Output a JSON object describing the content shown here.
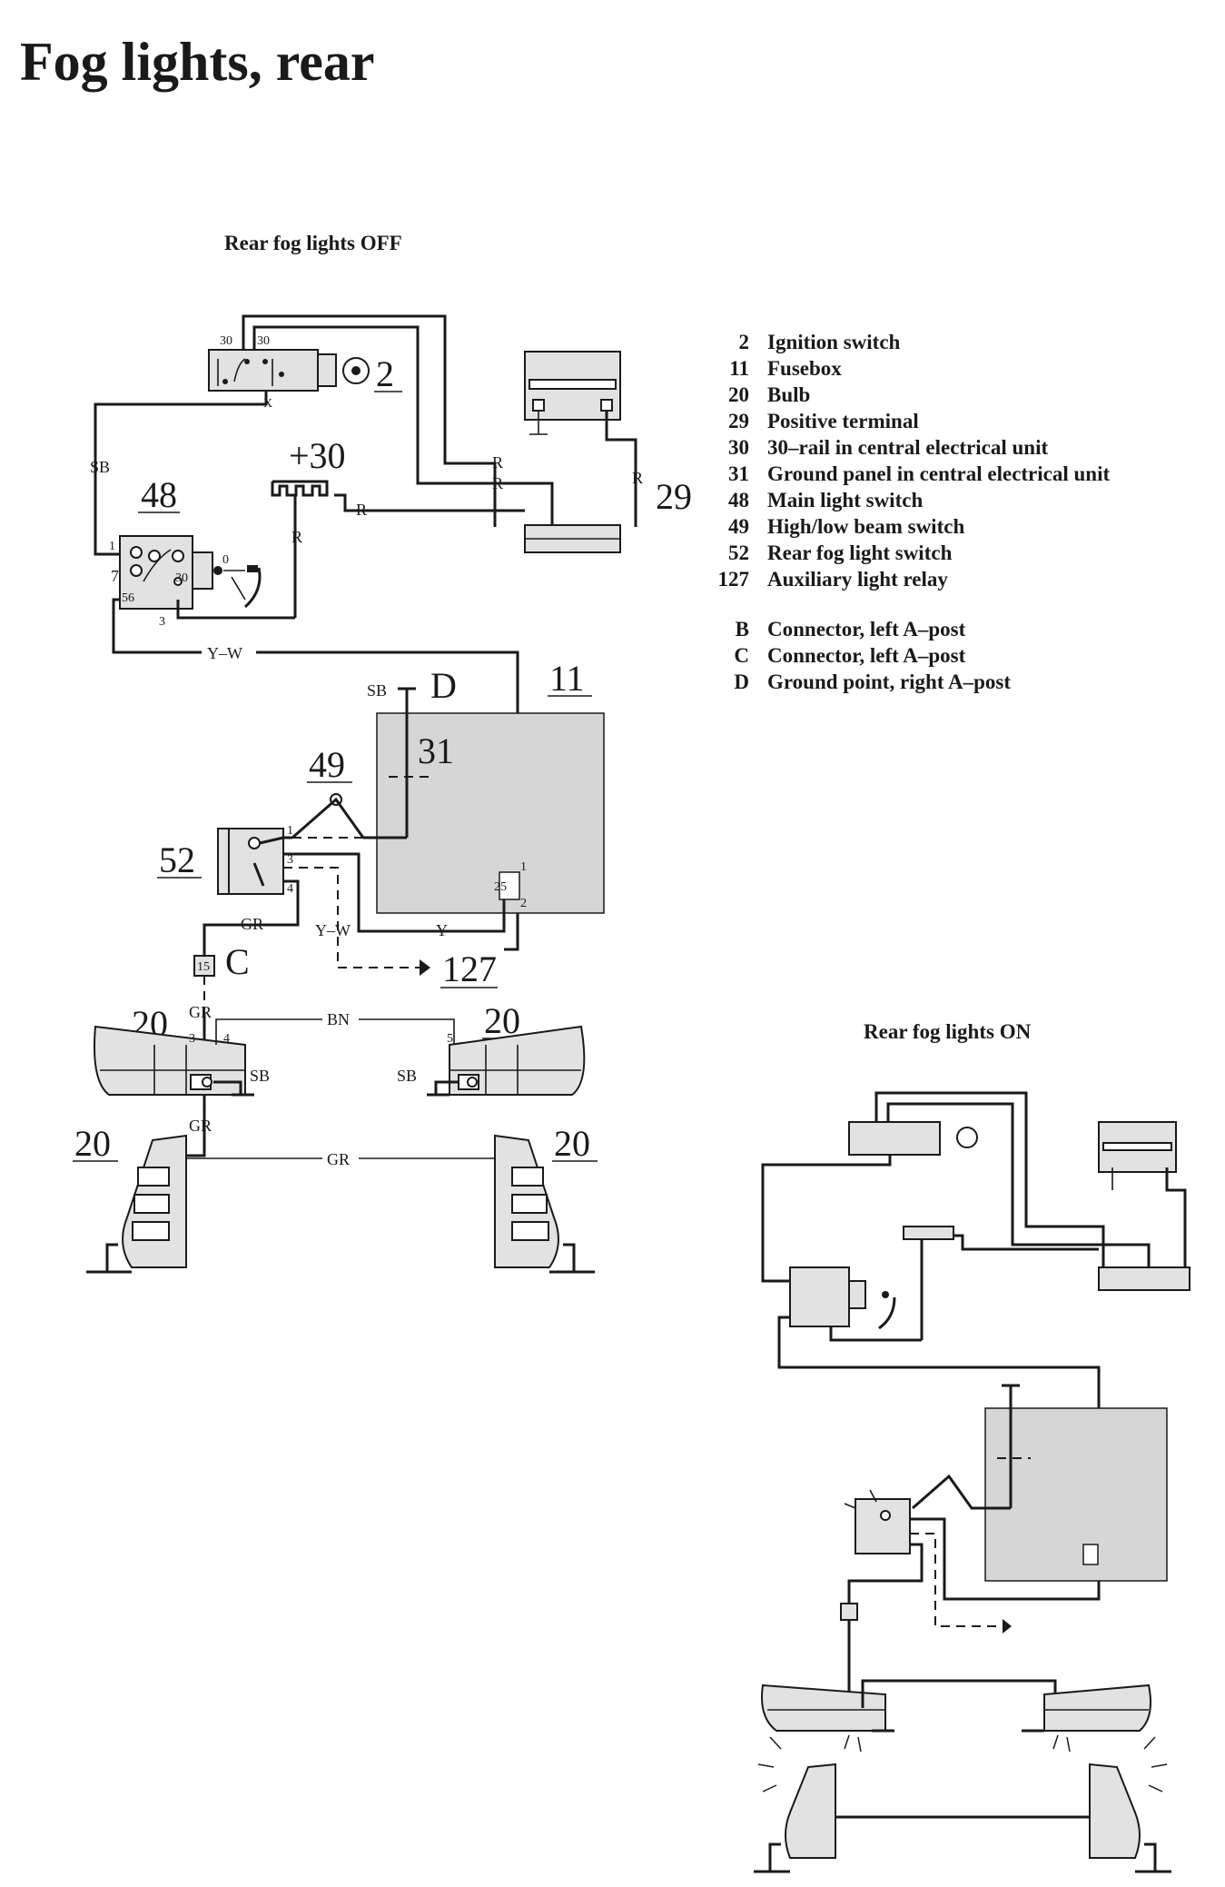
{
  "title": "Fog lights, rear",
  "off_heading": "Rear fog lights OFF",
  "on_heading": "Rear fog lights ON",
  "component_numbers": {
    "ignition": "2",
    "main_switch": "48",
    "plus30": "+30",
    "battery": "29",
    "fusebox": "11",
    "ground_panel": "31",
    "ground_point": "D",
    "beam_switch": "49",
    "fog_switch": "52",
    "relay": "127",
    "connector": "C",
    "bulb_left_top": "20",
    "bulb_right_top": "20",
    "bulb_left_bottom": "20",
    "bulb_right_bottom": "20"
  },
  "wire_labels": {
    "sb_left": "SB",
    "r1": "R",
    "r2": "R",
    "r3": "R",
    "r4": "R",
    "r5": "R",
    "yw_top": "Y–W",
    "sb_d": "SB",
    "gr_52": "GR",
    "yw_52": "Y–W",
    "y_52": "Y",
    "gr_c": "GR",
    "bn": "BN",
    "sb_bulb_left": "SB",
    "sb_bulb_right": "SB",
    "gr_bulb": "GR",
    "gr_bottom": "GR"
  },
  "pin_labels": {
    "ign_30a": "30",
    "ign_30b": "30",
    "ign_x": "X",
    "sw48_1": "1",
    "sw48_7": "7",
    "sw48_56": "56",
    "sw48_30": "30",
    "sw48_3": "3",
    "sw48_0": "0",
    "sw52_1": "1",
    "sw52_3": "3",
    "sw52_4": "4",
    "fuse_25": "25",
    "fuse_1": "1",
    "fuse_2": "2",
    "conn_15": "15",
    "bulb_3": "3",
    "bulb_4": "4",
    "bulb_5": "5"
  },
  "legend": [
    {
      "num": "2",
      "text": "Ignition switch"
    },
    {
      "num": "11",
      "text": "Fusebox"
    },
    {
      "num": "20",
      "text": "Bulb"
    },
    {
      "num": "29",
      "text": "Positive terminal"
    },
    {
      "num": "30",
      "text": "30–rail in central electrical unit"
    },
    {
      "num": "31",
      "text": "Ground panel in central electrical unit"
    },
    {
      "num": "48",
      "text": "Main light switch"
    },
    {
      "num": "49",
      "text": "High/low beam switch"
    },
    {
      "num": "52",
      "text": "Rear fog light switch"
    },
    {
      "num": "127",
      "text": "Auxiliary light relay"
    }
  ],
  "connectors": [
    {
      "num": "B",
      "text": "Connector, left A–post"
    },
    {
      "num": "C",
      "text": "Connector, left A–post"
    },
    {
      "num": "D",
      "text": "Ground point, right A–post"
    }
  ]
}
